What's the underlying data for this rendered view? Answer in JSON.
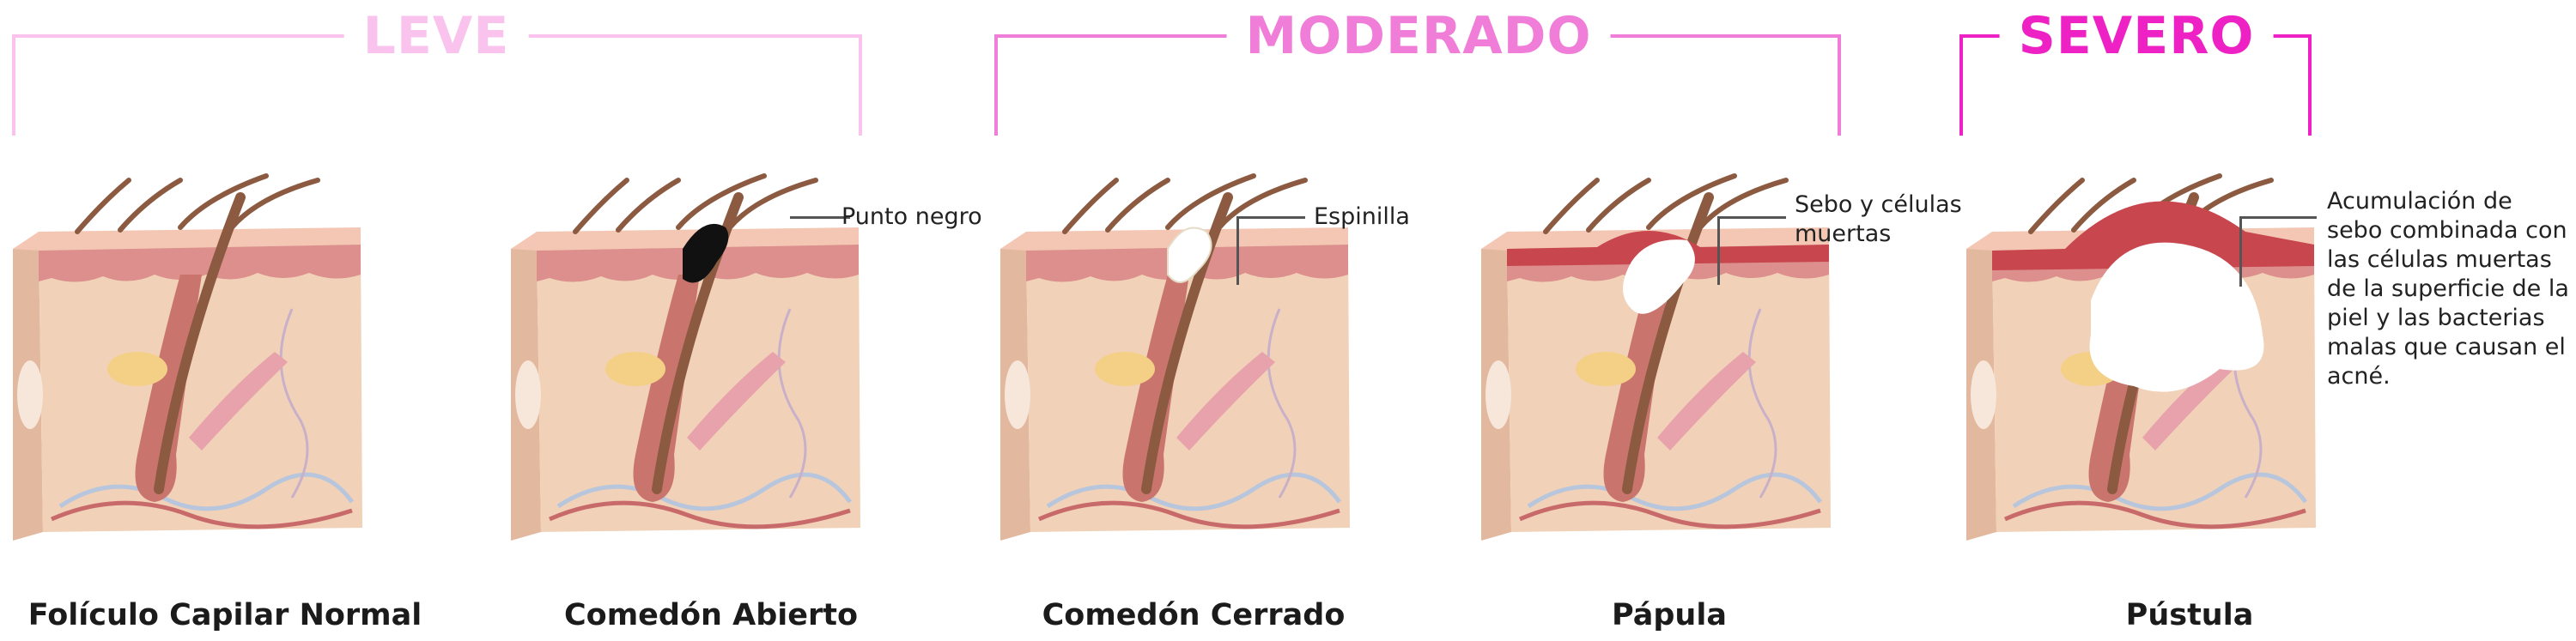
{
  "categories": [
    {
      "label": "LEVE",
      "color": "#f9c3ee"
    },
    {
      "label": "MODERADO",
      "color": "#f07ed8"
    },
    {
      "label": "SEVERO",
      "color": "#ee22c4"
    }
  ],
  "stages": [
    {
      "label": "Folículo Capilar Normal",
      "lesion": "none"
    },
    {
      "label": "Comedón Abierto",
      "lesion": "blackhead"
    },
    {
      "label": "Comedón Cerrado",
      "lesion": "whitehead"
    },
    {
      "label": "Pápula",
      "lesion": "papule"
    },
    {
      "label": "Pústula",
      "lesion": "pustule"
    }
  ],
  "annotations": {
    "punto_negro": "Punto negro",
    "espinilla": "Espinilla",
    "sebo": [
      "Sebo y células",
      "muertas"
    ],
    "acumulacion": [
      "Acumulación de",
      "sebo combinada con",
      "las células muertas",
      "de la superficie de la",
      "piel y las bacterias",
      "malas que causan el",
      "acné."
    ]
  },
  "colors": {
    "skin_top": "#f3c7b3",
    "skin_front": "#f1d2b8",
    "skin_side": "#e2b99f",
    "epidermis": "#dc8f8c",
    "follicle": "#c9756e",
    "hair": "#8b5a40",
    "gland": "#f4cf86",
    "inflammation": "#c8464d",
    "blackhead": "#111111",
    "pus": "#ffffff"
  }
}
